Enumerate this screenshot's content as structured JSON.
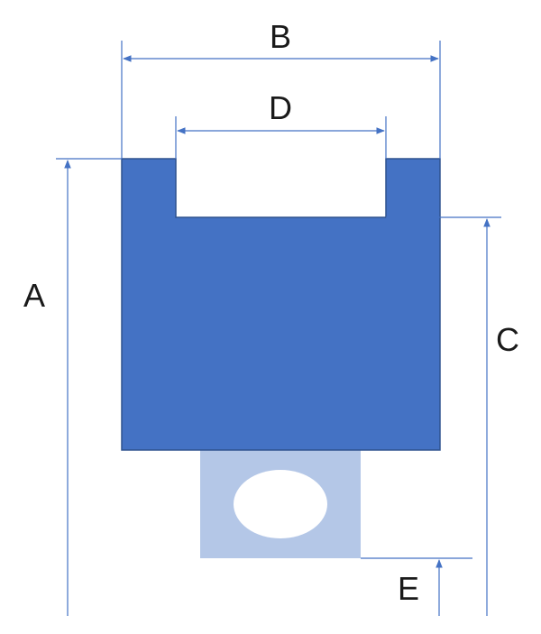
{
  "colors": {
    "body": "#4472c4",
    "body_edge": "#2f528f",
    "tab": "#b4c7e7",
    "dimension_line": "#4472c4",
    "text": "#1a1a1a"
  },
  "labels": {
    "A": "A",
    "B": "B",
    "C": "C",
    "D": "D",
    "E": "E"
  }
}
